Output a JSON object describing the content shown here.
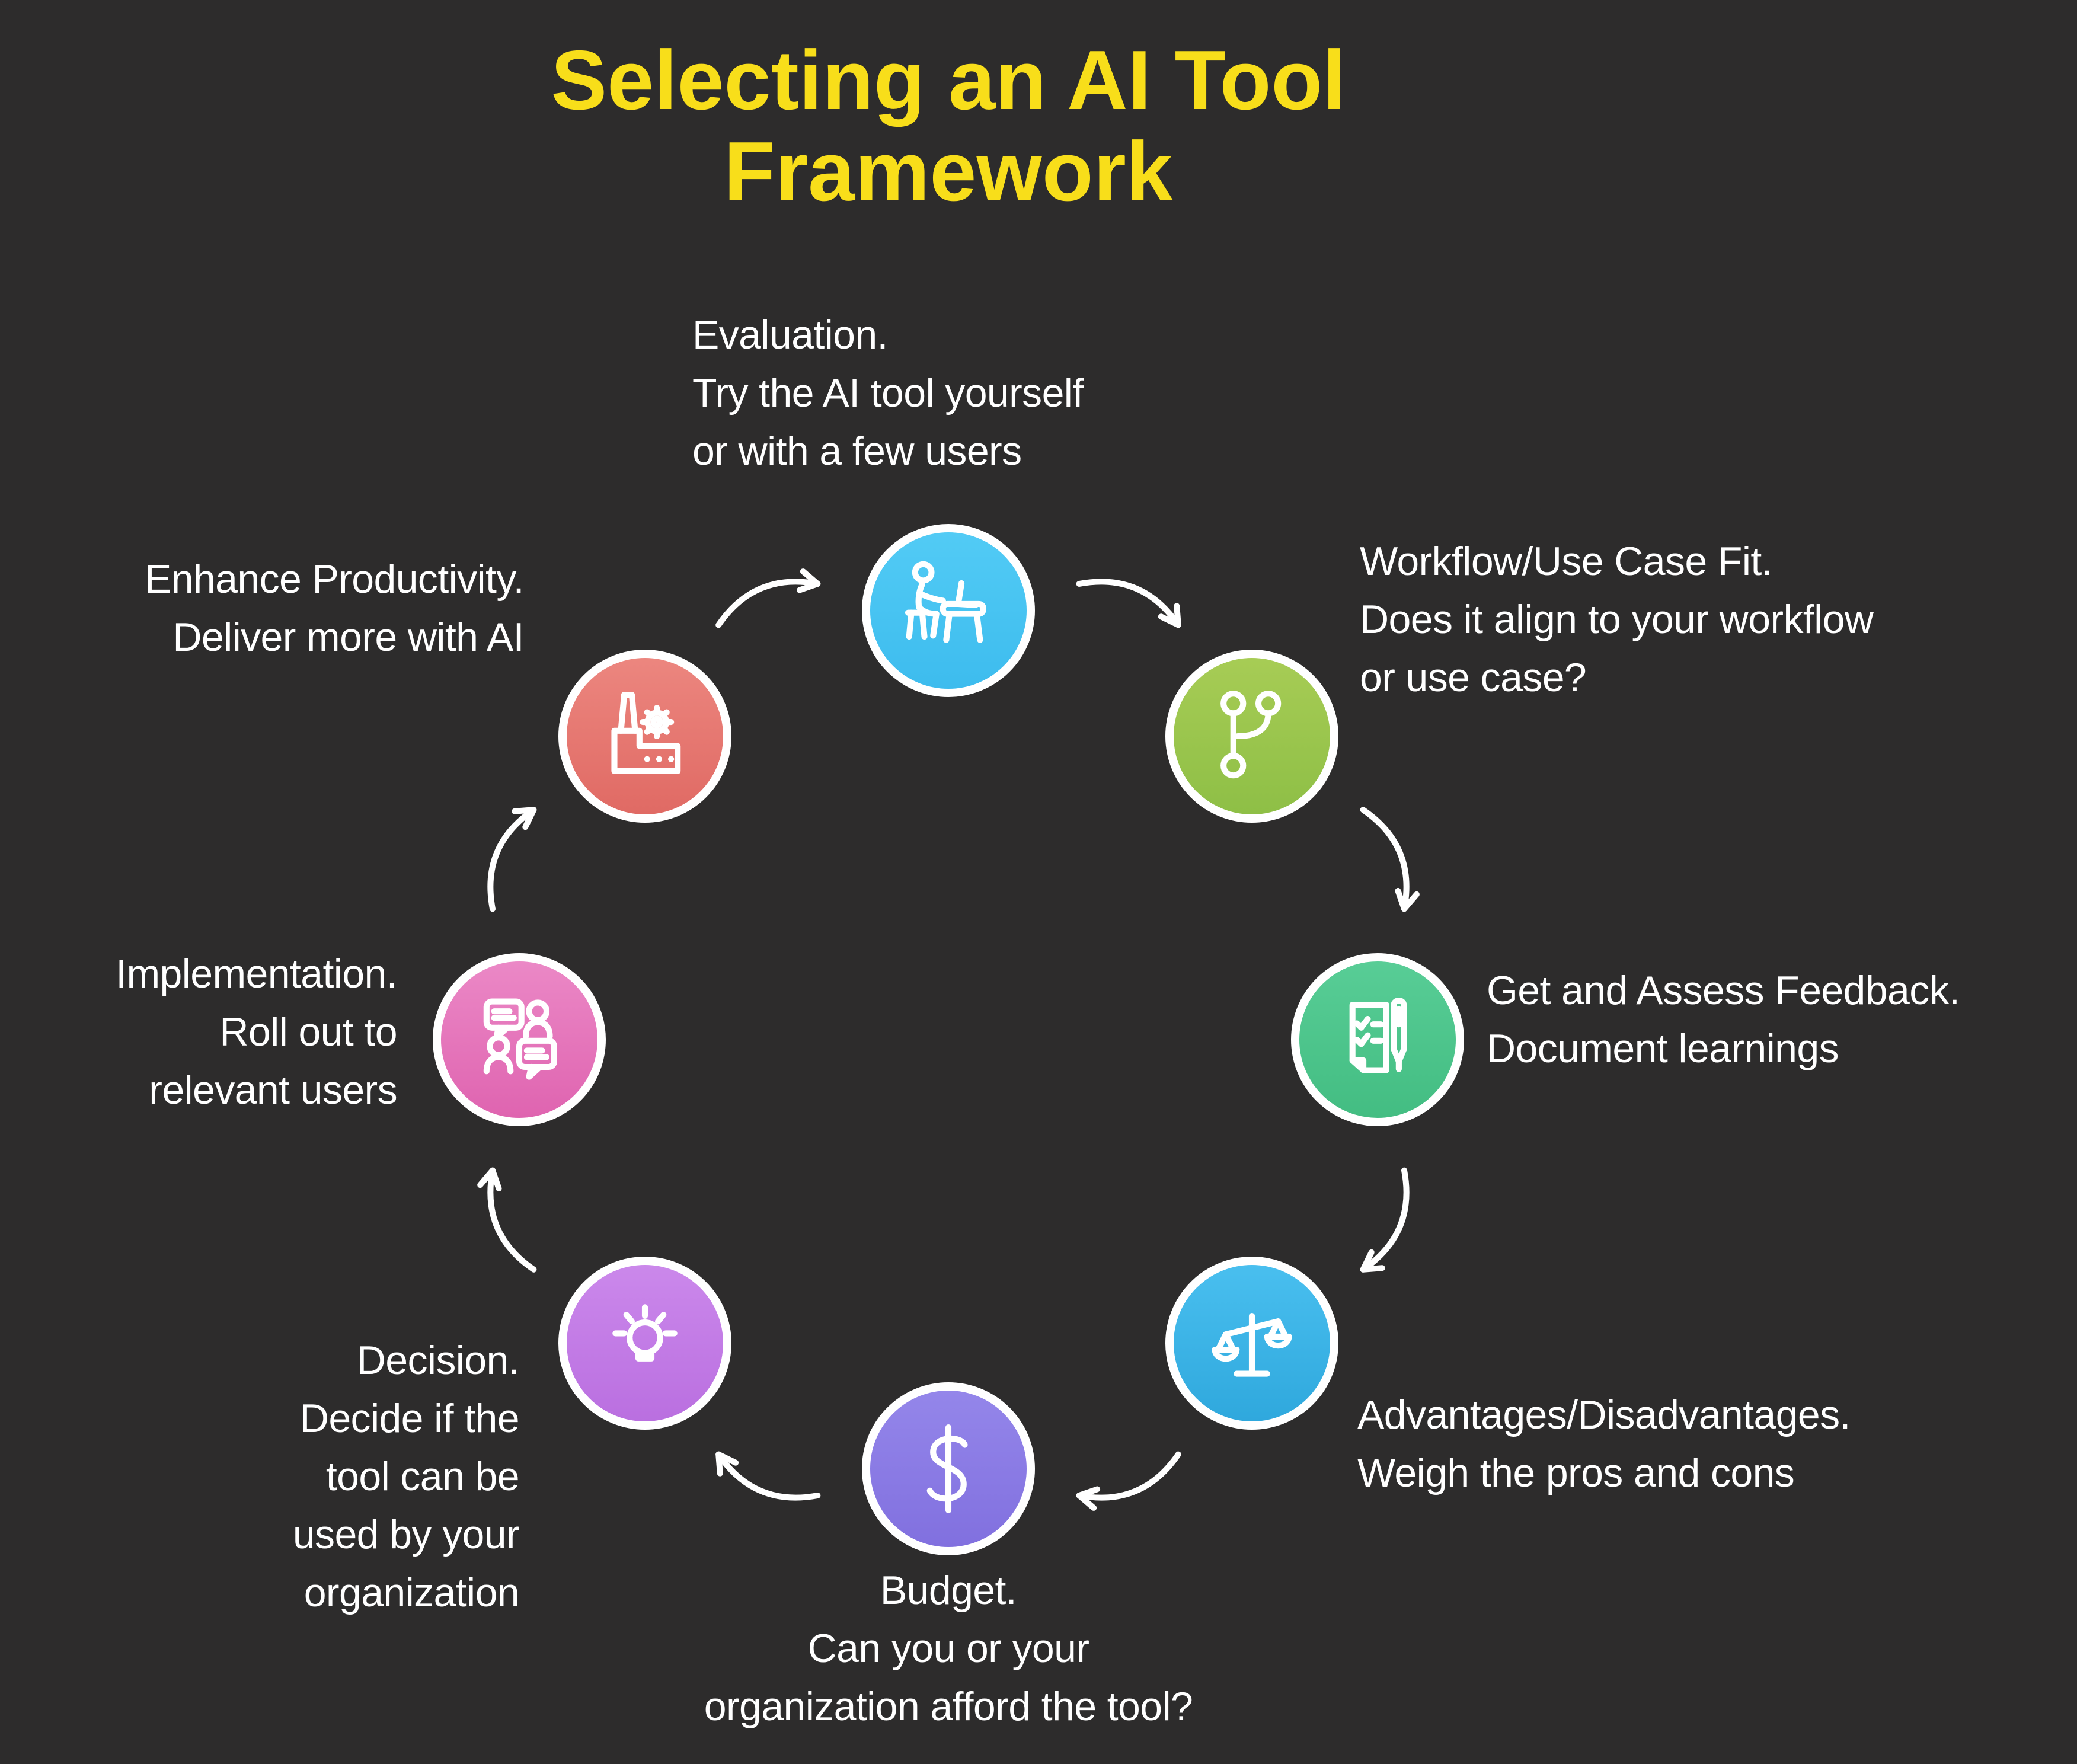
{
  "background_color": "#2D2C2C",
  "title": {
    "line1": "Selecting an AI Tool",
    "line2": "Framework",
    "color": "#F8DE1A"
  },
  "steps": [
    {
      "id": "evaluation",
      "icon": "person-at-desk-icon",
      "color_top": "#52CBF5",
      "color_bottom": "#3DBCEE",
      "lines": [
        "Evaluation.",
        "Try the AI tool yourself",
        "or with a few users"
      ]
    },
    {
      "id": "workflow-fit",
      "icon": "git-branch-icon",
      "color_top": "#A7CC55",
      "color_bottom": "#8EBF46",
      "lines": [
        "Workflow/Use Case Fit.",
        "Does it align to your workflow",
        "or use case?"
      ]
    },
    {
      "id": "feedback",
      "icon": "checklist-pen-icon",
      "color_top": "#58CD96",
      "color_bottom": "#43BD82",
      "lines": [
        "Get and Assess Feedback.",
        "Document learnings"
      ]
    },
    {
      "id": "advantages",
      "icon": "balance-scale-icon",
      "color_top": "#49BFEF",
      "color_bottom": "#2FA8DD",
      "lines": [
        "Advantages/Disadvantages.",
        "Weigh the pros and cons"
      ]
    },
    {
      "id": "budget",
      "icon": "dollar-sign-icon",
      "color_top": "#9486EA",
      "color_bottom": "#8170DF",
      "lines": [
        "Budget.",
        "Can you or your",
        "organization afford the tool?"
      ]
    },
    {
      "id": "decision",
      "icon": "lightbulb-icon",
      "color_top": "#CB88EB",
      "color_bottom": "#BA6FE0",
      "lines": [
        "Decision.",
        "Decide if the",
        "tool can be",
        "used by your",
        "organization"
      ]
    },
    {
      "id": "implementation",
      "icon": "people-chat-icon",
      "color_top": "#EB88C6",
      "color_bottom": "#DF64B0",
      "lines": [
        "Implementation.",
        "Roll out to",
        "relevant users"
      ]
    },
    {
      "id": "enhance-productivity",
      "icon": "factory-gear-icon",
      "color_top": "#EC867F",
      "color_bottom": "#E06A64",
      "lines": [
        "Enhance Productivity.",
        "Deliver more with AI"
      ]
    }
  ]
}
